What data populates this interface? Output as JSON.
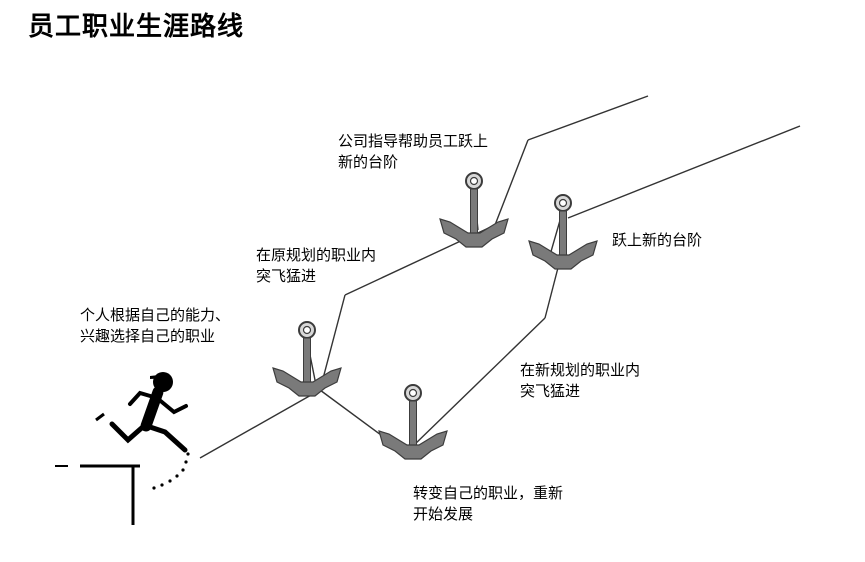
{
  "title": "员工职业生涯路线",
  "labels": {
    "personal_choice": [
      "个人根据自己的能力、",
      "兴趣选择自己的职业"
    ],
    "breakthrough_original": [
      "在原规划的职业内",
      "突飞猛进"
    ],
    "company_help": [
      "公司指导帮助员工跃上",
      "新的台阶"
    ],
    "jump_new_level": [
      "跃上新的台阶"
    ],
    "breakthrough_new": [
      "在新规划的职业内",
      "突飞猛进"
    ],
    "change_career": [
      "转变自己的职业，重新",
      "开始发展"
    ]
  },
  "icons": {
    "anchor": "anchor-icon",
    "runner": "runner-figure"
  },
  "colors": {
    "anchor_fill": "#7a7a7a",
    "anchor_stroke": "#3c3c3c",
    "line": "#333333"
  }
}
